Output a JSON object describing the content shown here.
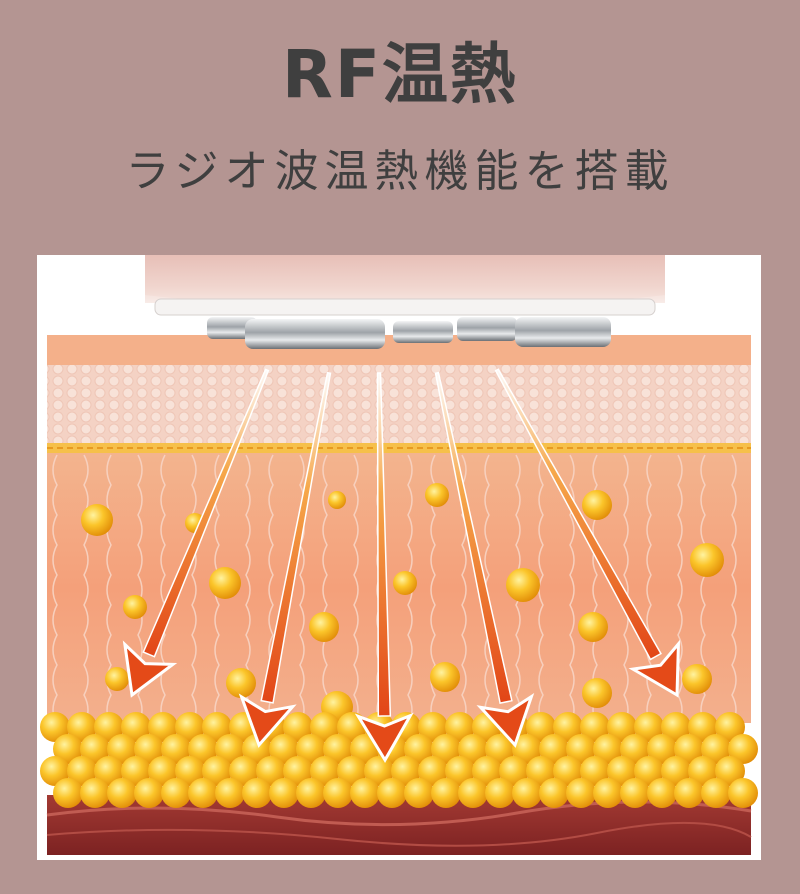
{
  "header": {
    "title": "RF温熱",
    "subtitle": "ラジオ波温熱機能を搭載"
  },
  "illustration": {
    "arrow_count": 5,
    "colors": {
      "background": "#b49592",
      "device_body": "#e9c9c2",
      "electrode": "#c9ccd0",
      "epidermis": "#f2c9b8",
      "dermis": "#f3a47a",
      "fat_ball": "#f6b21a",
      "muscle": "#8e2a2a",
      "arrow": "#e44a18"
    }
  }
}
